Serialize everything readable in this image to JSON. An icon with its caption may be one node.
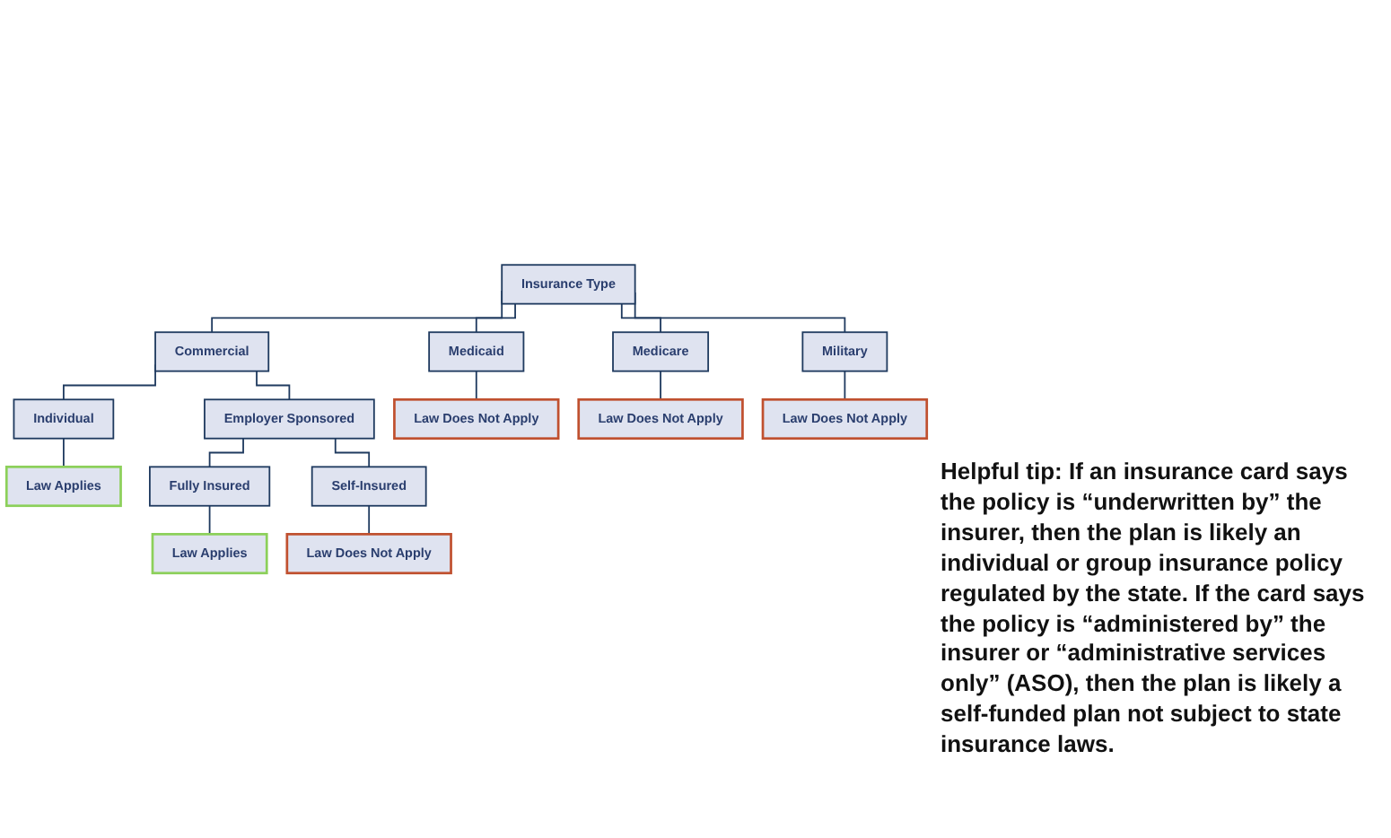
{
  "diagram": {
    "nodes": [
      {
        "text": [
          "Insurance Type"
        ]
      },
      {
        "text": [
          "Commercial"
        ]
      },
      {
        "text": [
          "Medicaid"
        ]
      },
      {
        "text": [
          "Medicare"
        ]
      },
      {
        "text": [
          "Military"
        ]
      },
      {
        "text": [
          "Individual"
        ]
      },
      {
        "text": [
          "Employer Sponsored"
        ]
      },
      {
        "text": [
          "Law Does Not Apply"
        ]
      },
      {
        "text": [
          "Law Does Not Apply"
        ]
      },
      {
        "text": [
          "Law Does Not Apply"
        ]
      },
      {
        "text": [
          "Law Applies"
        ]
      },
      {
        "text": [
          "Fully Insured"
        ]
      },
      {
        "text": [
          "Self-Insured"
        ]
      },
      {
        "text": [
          "Law Applies"
        ]
      },
      {
        "text": [
          "Law Does Not Apply"
        ]
      }
    ],
    "edges": [
      {
        "from": 0,
        "to": 1,
        "arrow": "none"
      },
      {
        "from": 0,
        "to": 2,
        "arrow": "none"
      },
      {
        "from": 0,
        "to": 3,
        "arrow": "none"
      },
      {
        "from": 0,
        "to": 4,
        "arrow": "none"
      },
      {
        "from": 1,
        "to": 5,
        "arrow": "none"
      },
      {
        "from": 1,
        "to": 6,
        "arrow": "none"
      },
      {
        "from": 2,
        "to": 7,
        "arrow": "none"
      },
      {
        "from": 3,
        "to": 8,
        "arrow": "none"
      },
      {
        "from": 4,
        "to": 9,
        "arrow": "none"
      },
      {
        "from": 5,
        "to": 10,
        "arrow": "none"
      },
      {
        "from": 6,
        "to": 11,
        "arrow": "none"
      },
      {
        "from": 6,
        "to": 12,
        "arrow": "none"
      },
      {
        "from": 11,
        "to": 13,
        "arrow": "none"
      },
      {
        "from": 12,
        "to": 14,
        "arrow": "none"
      }
    ],
    "labels": [
      "Helpful tip: If an insurance card says the policy is “underwritten by” the insurer, then the plan is likely an individual or group insurance policy regulated by the state. If the card says the policy is “administered by” the insurer or “administrative services only” (ASO), then the plan is likely a self-funded plan not subject to state insurance laws."
    ]
  }
}
